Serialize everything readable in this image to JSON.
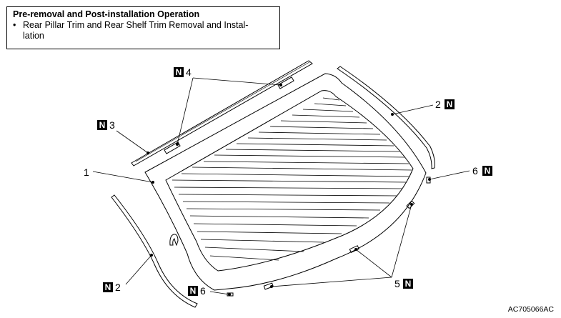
{
  "info_box": {
    "title": "Pre-removal and Post-installation Operation",
    "bullet": "•",
    "item": "Rear Pillar Trim and Rear Shelf Trim Removal and Instal-\nlation"
  },
  "callouts": [
    {
      "id": "c1",
      "number": "1",
      "badge": ""
    },
    {
      "id": "c2_upper",
      "number": "2",
      "badge": "N"
    },
    {
      "id": "c2_lower",
      "number": "2",
      "badge": "N"
    },
    {
      "id": "c3",
      "number": "3",
      "badge": "N"
    },
    {
      "id": "c4",
      "number": "4",
      "badge": "N"
    },
    {
      "id": "c5",
      "number": "5",
      "badge": "N"
    },
    {
      "id": "c6_right",
      "number": "6",
      "badge": "N"
    },
    {
      "id": "c6_bottom",
      "number": "6",
      "badge": "N"
    }
  ],
  "figure_code": "AC705066AC"
}
